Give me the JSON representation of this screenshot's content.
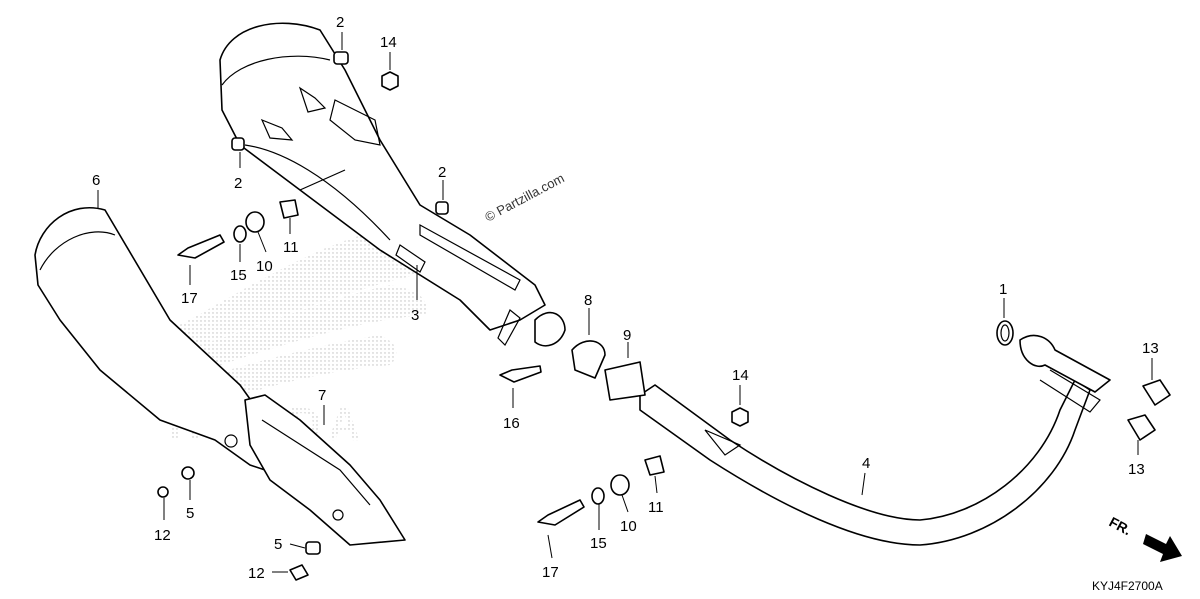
{
  "diagram": {
    "watermark": "© Partzilla.com",
    "brand_mark": "HONDA",
    "diagram_code": "KYJ4F2700A",
    "direction_label": "FR.",
    "callouts": [
      {
        "id": "c1",
        "label": "1"
      },
      {
        "id": "c2a",
        "label": "2"
      },
      {
        "id": "c2b",
        "label": "2"
      },
      {
        "id": "c2c",
        "label": "2"
      },
      {
        "id": "c3",
        "label": "3"
      },
      {
        "id": "c4",
        "label": "4"
      },
      {
        "id": "c5a",
        "label": "5"
      },
      {
        "id": "c5b",
        "label": "5"
      },
      {
        "id": "c6",
        "label": "6"
      },
      {
        "id": "c7",
        "label": "7"
      },
      {
        "id": "c8",
        "label": "8"
      },
      {
        "id": "c9",
        "label": "9"
      },
      {
        "id": "c10a",
        "label": "10"
      },
      {
        "id": "c10b",
        "label": "10"
      },
      {
        "id": "c11a",
        "label": "11"
      },
      {
        "id": "c11b",
        "label": "11"
      },
      {
        "id": "c12a",
        "label": "12"
      },
      {
        "id": "c12b",
        "label": "12"
      },
      {
        "id": "c13a",
        "label": "13"
      },
      {
        "id": "c13b",
        "label": "13"
      },
      {
        "id": "c14a",
        "label": "14"
      },
      {
        "id": "c14b",
        "label": "14"
      },
      {
        "id": "c15a",
        "label": "15"
      },
      {
        "id": "c15b",
        "label": "15"
      },
      {
        "id": "c16",
        "label": "16"
      },
      {
        "id": "c17a",
        "label": "17"
      },
      {
        "id": "c17b",
        "label": "17"
      }
    ]
  }
}
